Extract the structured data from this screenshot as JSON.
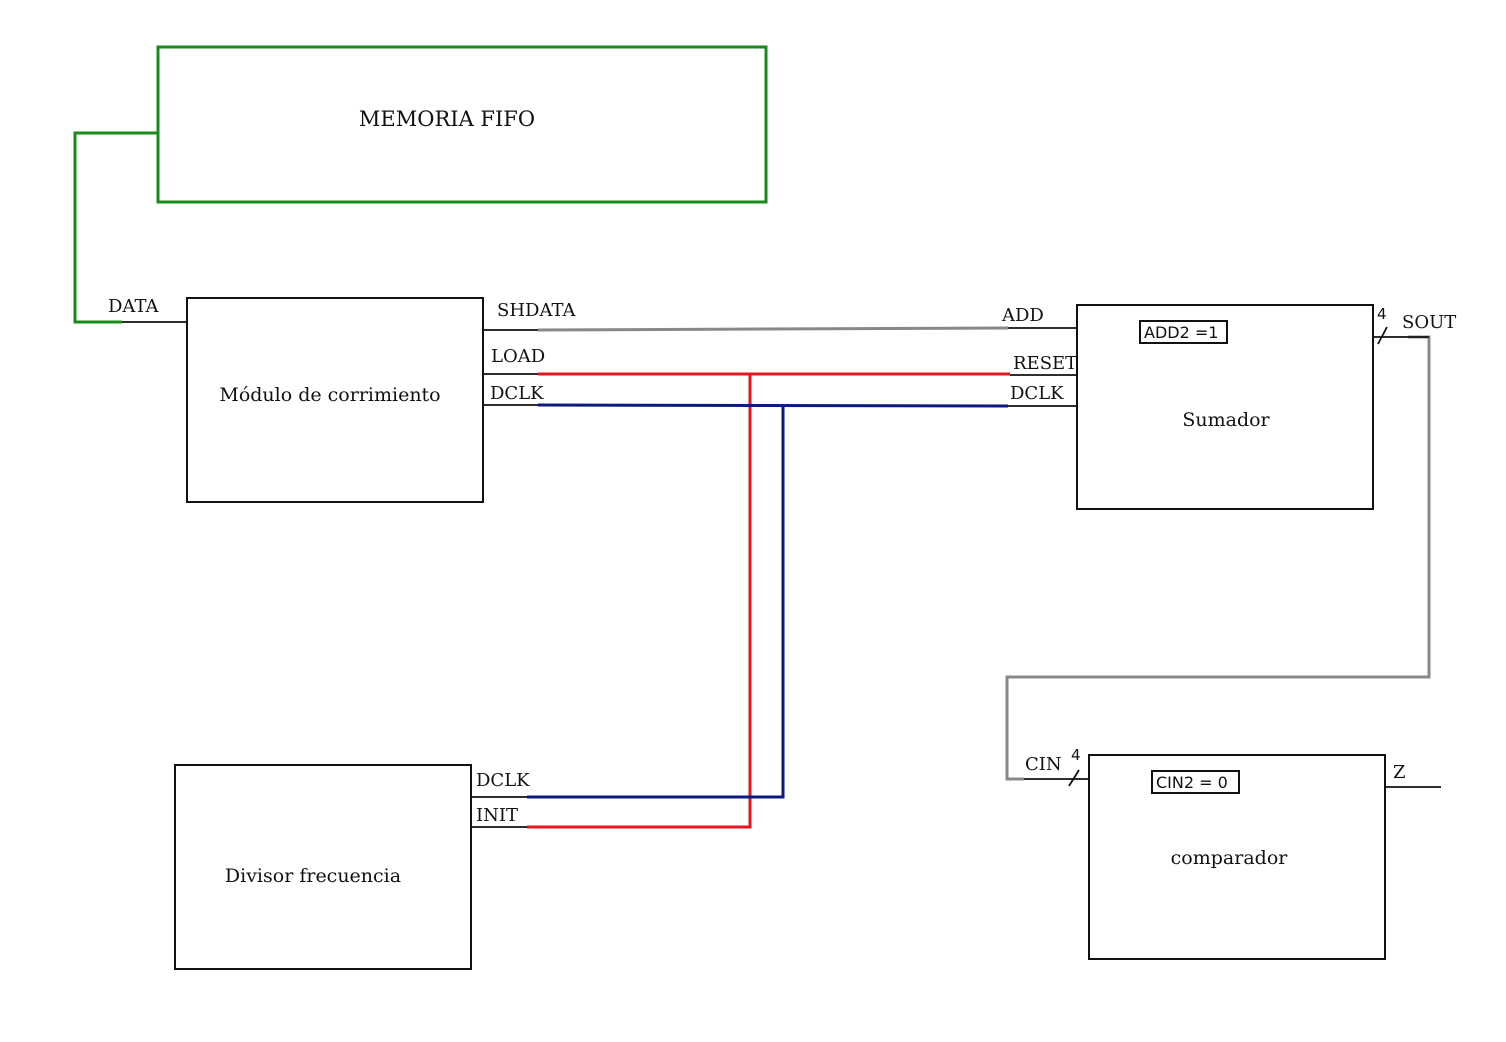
{
  "colors": {
    "fifo": "#1a8a1a",
    "load_init": "#e8141c",
    "dclk": "#0c1a80",
    "data_bus": "#888888",
    "black": "#111111"
  },
  "blocks": {
    "fifo": {
      "title": "MEMORIA  FIFO"
    },
    "shift": {
      "title": "Módulo  de  corrimiento"
    },
    "adder": {
      "title": "Sumador",
      "param": "ADD2  =1"
    },
    "divider": {
      "title": "Divisor  frecuencia"
    },
    "comparator": {
      "title": "comparador",
      "param": "CIN2  =  0"
    }
  },
  "labels": {
    "data": "DATA",
    "shdata": "SHDATA",
    "load": "LOAD",
    "dclk_shift": "DCLK",
    "add": "ADD",
    "reset": "RESET",
    "dclk_adder": "DCLK",
    "sout": "SOUT",
    "sout_width": "4",
    "dclk_div": "DCLK",
    "init": "INIT",
    "cin": "CIN",
    "cin_width": "4",
    "z": "Z"
  }
}
